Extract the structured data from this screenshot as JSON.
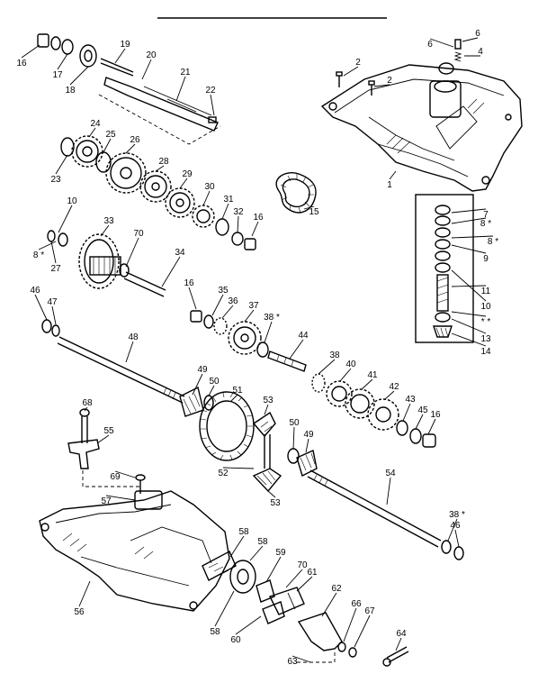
{
  "labels": [
    "1",
    "2",
    "2",
    "4",
    "6",
    "6",
    "7",
    "8 *",
    "9",
    "10",
    "10",
    "11",
    "13",
    "14",
    "15",
    "16",
    "16",
    "16",
    "16",
    "17",
    "18",
    "19",
    "20",
    "21",
    "22",
    "23",
    "24",
    "25",
    "26",
    "27",
    "28",
    "29",
    "30",
    "31",
    "32",
    "33",
    "34",
    "35",
    "36",
    "37",
    "38 *",
    "38 *",
    "38",
    "40",
    "41",
    "42",
    "43",
    "44",
    "45",
    "46",
    "46",
    "47",
    "48",
    "49",
    "49",
    "50",
    "50",
    "51",
    "52",
    "53",
    "53",
    "54",
    "55",
    "56",
    "57",
    "58",
    "58",
    "58",
    "59",
    "60",
    "61",
    "62",
    "63",
    "64",
    "66",
    "67",
    "68",
    "69",
    "70",
    "70",
    "8 *",
    "8 *",
    "* *",
    "* *"
  ]
}
